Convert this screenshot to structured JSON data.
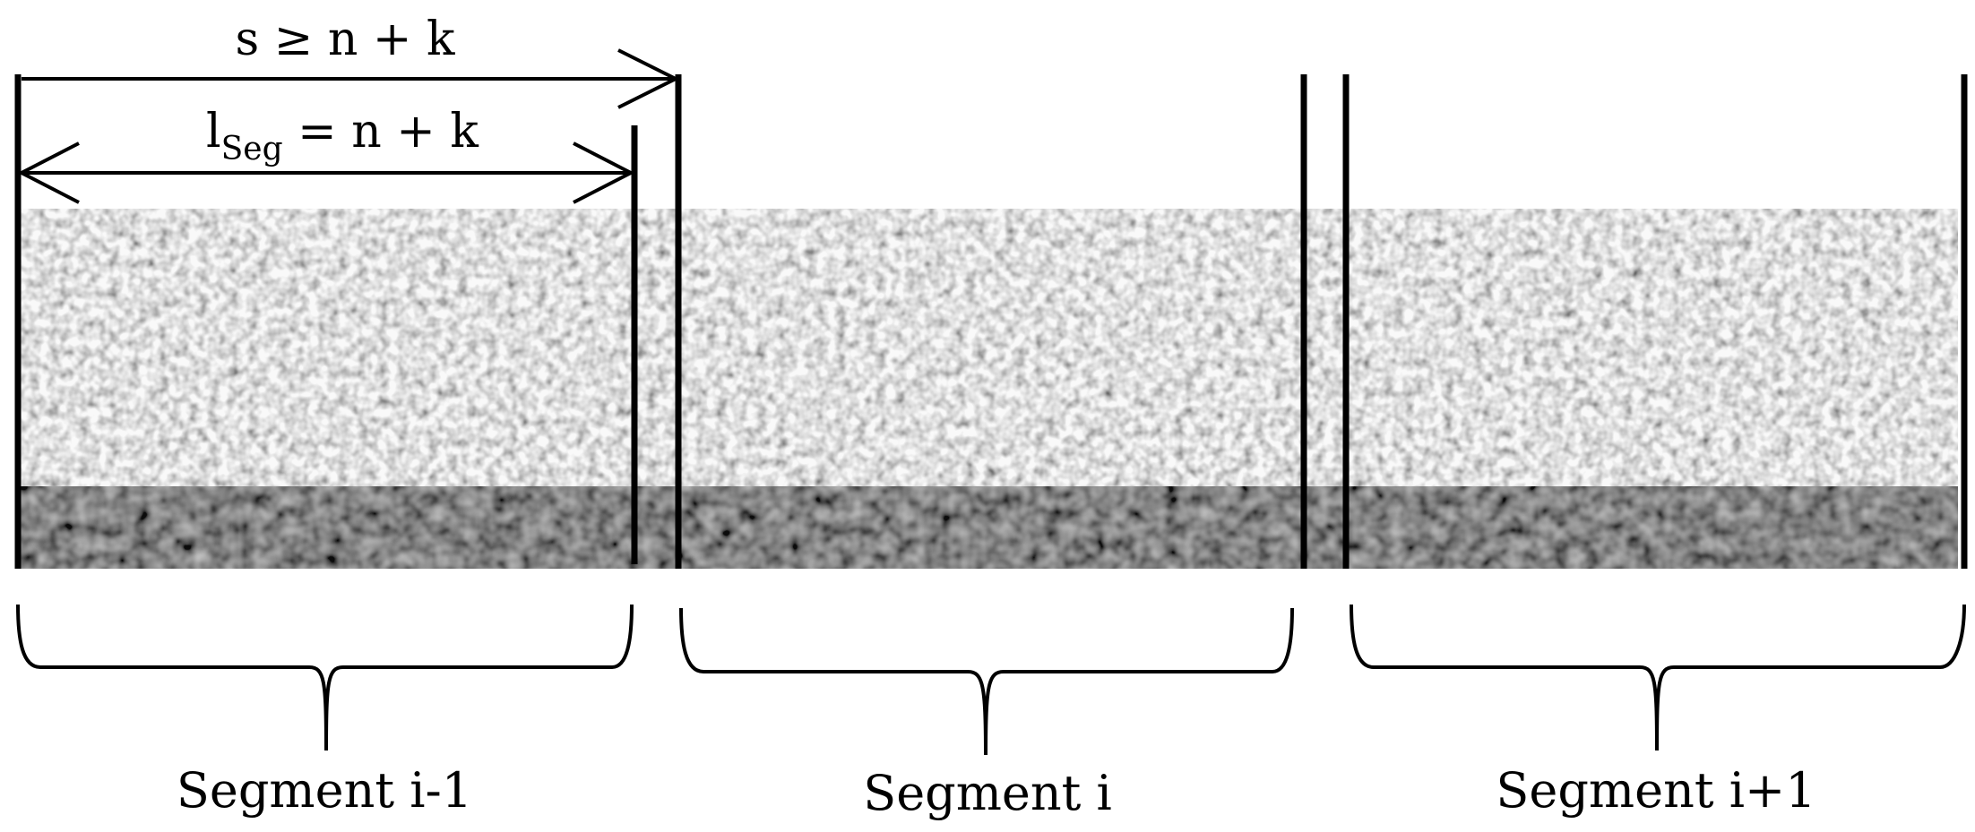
{
  "annotations": {
    "step_label": "s ≥ n + k",
    "length_label_main": "l",
    "length_label_sub": "Seg",
    "length_label_rest": " = n + k"
  },
  "segments": [
    {
      "label": "Segment i-1"
    },
    {
      "label": "Segment i"
    },
    {
      "label": "Segment i+1"
    }
  ],
  "colors": {
    "line": "#000000",
    "texture_light": "#c4c4c4",
    "texture_dark": "#4e4e4e",
    "background": "#ffffff"
  }
}
